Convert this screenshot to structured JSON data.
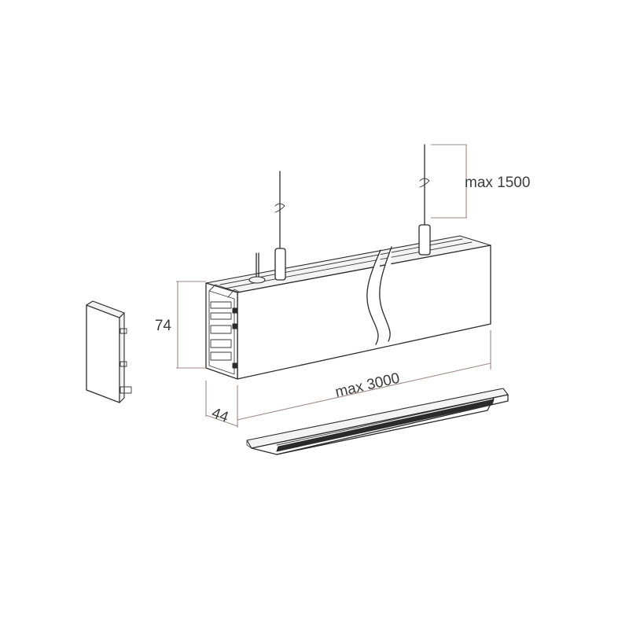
{
  "dimensions": {
    "height_label": "74",
    "depth_label": "44",
    "length_label": "max 3000",
    "suspension_label": "max 1500"
  },
  "colors": {
    "outline": "#2b2b2b",
    "dimension_line": "#9e8a8a",
    "label_text": "#3c3c3c",
    "background": "#ffffff"
  }
}
